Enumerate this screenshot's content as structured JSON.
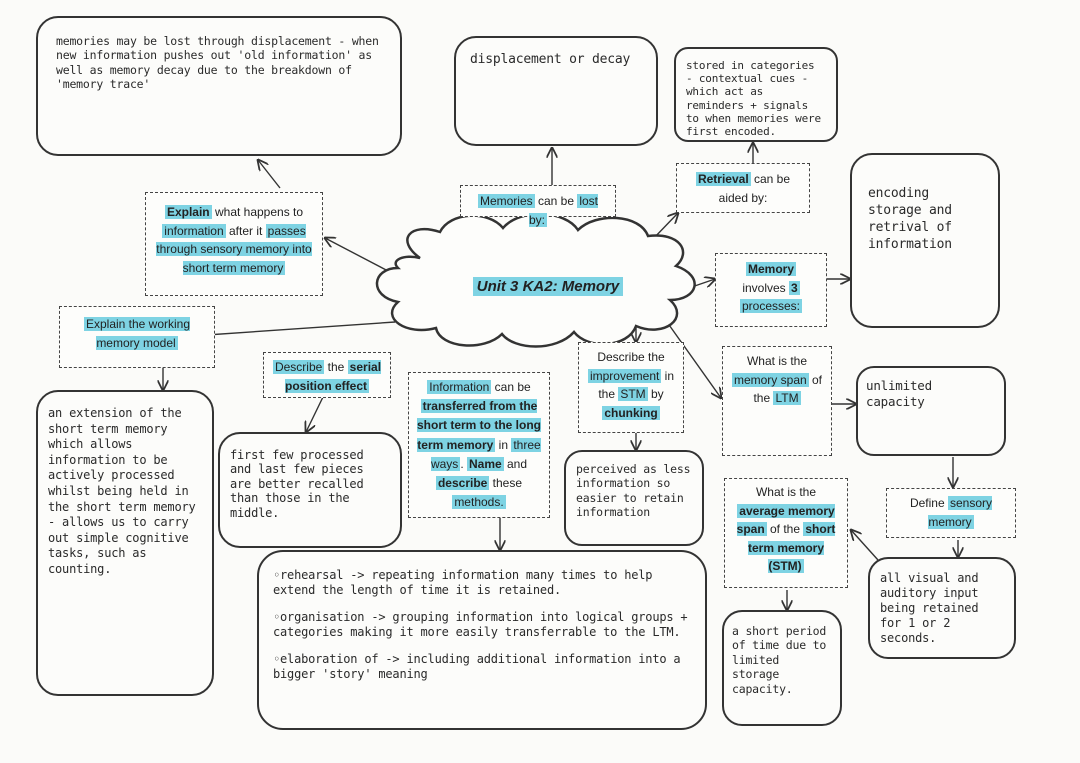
{
  "central": {
    "title": "Unit 3 KA2: Memory"
  },
  "boxes": {
    "displacement_answer": "memories may be lost through displacement - when new information pushes out 'old information' as well as memory decay due to the breakdown of 'memory trace'",
    "explain_q_1": "Explain",
    "explain_q_2": " what happens to ",
    "explain_q_3": "information",
    "explain_q_4": " after it ",
    "explain_q_5": "passes through sensory memory into short term memory",
    "lost_heading": "displacement or decay",
    "lost_q_1": "Memories",
    "lost_q_2": " can be ",
    "lost_q_3": "lost by:",
    "retrieval_answer": "stored in categories - contextual cues - which act as reminders + signals to when memories were first encoded.",
    "retrieval_q_1": "Retrieval",
    "retrieval_q_2": " can be aided by:",
    "processes_answer": "encoding\nstorage and\nretrival of\ninformation",
    "processes_q_1": "Memory",
    "processes_q_2": " involves ",
    "processes_q_3": "3",
    "processes_q_4": "processes:",
    "working_q": "Explain the working memory model",
    "working_answer": "an extension of the short term memory which allows information to be actively processed whilst being held in the short term memory - allows us to carry out simple cognitive tasks, such as counting.",
    "serial_q_1": "Describe",
    "serial_q_2": " the ",
    "serial_q_3": "serial position effect",
    "serial_answer": "first few processed and last few pieces are better recalled than those in the middle.",
    "transfer_q_1": "Information",
    "transfer_q_2": " can be ",
    "transfer_q_3": "transferred from the short term to the long term memory",
    "transfer_q_4": " in ",
    "transfer_q_5": "three ways",
    "transfer_q_6": ". ",
    "transfer_q_7": "Name",
    "transfer_q_8": " and ",
    "transfer_q_9": "describe",
    "transfer_q_10": " these ",
    "transfer_q_11": "methods.",
    "methods": [
      "rehearsal -> repeating information many times to help extend the length of time it is retained.",
      "organisation -> grouping information into logical groups + categories making it more easily transferrable to the LTM.",
      "elaboration of -> including additional information into a bigger 'story' meaning"
    ],
    "chunking_q_1": "Describe the ",
    "chunking_q_2": "improvement",
    "chunking_q_3": " in the ",
    "chunking_q_4": "STM",
    "chunking_q_5": " by ",
    "chunking_q_6": "chunking",
    "chunking_answer": "perceived as less information so easier to retain information",
    "ltm_q_1": "What is the ",
    "ltm_q_2": "memory span",
    "ltm_q_3": " of the ",
    "ltm_q_4": "LTM",
    "ltm_answer": "unlimited capacity",
    "stm_q_1": "What is the ",
    "stm_q_2": "average memory span",
    "stm_q_3": " of the ",
    "stm_q_4": "short term memory (STM)",
    "stm_answer": "a short period of time due to limited storage capacity.",
    "sensory_q_1": "Define ",
    "sensory_q_2": "sensory memory",
    "sensory_answer": "all visual and auditory input being retained for 1 or 2 seconds."
  },
  "colors": {
    "highlight": "#7ed3e3",
    "ink": "#333333",
    "paper": "#fbfbf9"
  }
}
